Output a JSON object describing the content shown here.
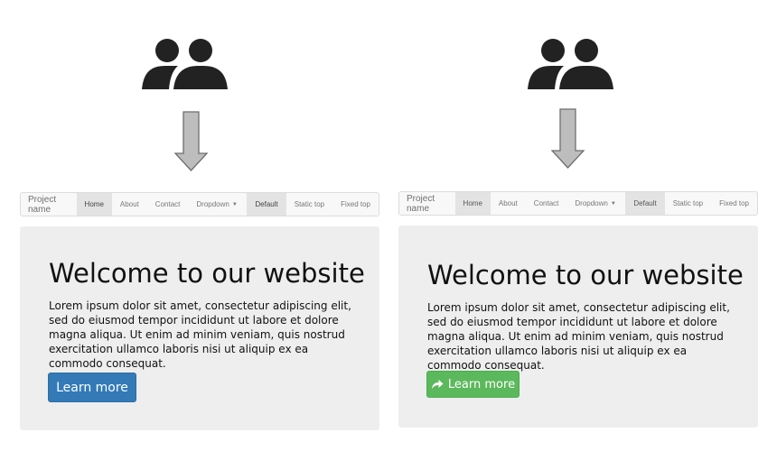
{
  "panels": [
    {
      "navbar": {
        "brand": "Project name",
        "items": [
          "Home",
          "About",
          "Contact",
          "Dropdown"
        ],
        "right_items": [
          "Default",
          "Static top",
          "Fixed top"
        ]
      },
      "jumbotron": {
        "title": "Welcome to our website",
        "text": "Lorem ipsum dolor sit amet, consectetur adipiscing elit, sed do eiusmod tempor incididunt ut labore et dolore magna aliqua. Ut enim ad minim veniam, quis nostrud exercitation ullamco laboris nisi ut aliquip ex ea commodo consequat.",
        "button_label": "Learn more"
      }
    },
    {
      "navbar": {
        "brand": "Project name",
        "items": [
          "Home",
          "About",
          "Contact",
          "Dropdown"
        ],
        "right_items": [
          "Default",
          "Static top",
          "Fixed top"
        ]
      },
      "jumbotron": {
        "title": "Welcome to our website",
        "text": "Lorem ipsum dolor sit amet, consectetur adipiscing elit, sed do eiusmod tempor incididunt ut labore et dolore magna aliqua. Ut enim ad minim veniam, quis nostrud exercitation ullamco laboris nisi ut aliquip ex ea commodo consequat.",
        "button_label": "Learn more",
        "button_icon": "share-arrow-icon"
      }
    }
  ],
  "icons": {
    "top": "users-icon",
    "connector": "down-arrow-icon",
    "dropdown": "caret-down-icon"
  },
  "colors": {
    "icon": "#222222",
    "arrow_fill": "#bdbdbd",
    "arrow_stroke": "#6e6e6e",
    "navbar_bg": "#f8f8f8",
    "active_nav_bg": "#e3e3e3",
    "jumbotron_bg": "#eeeeee",
    "button_primary": "#337ab7",
    "button_success": "#5cb85c"
  }
}
